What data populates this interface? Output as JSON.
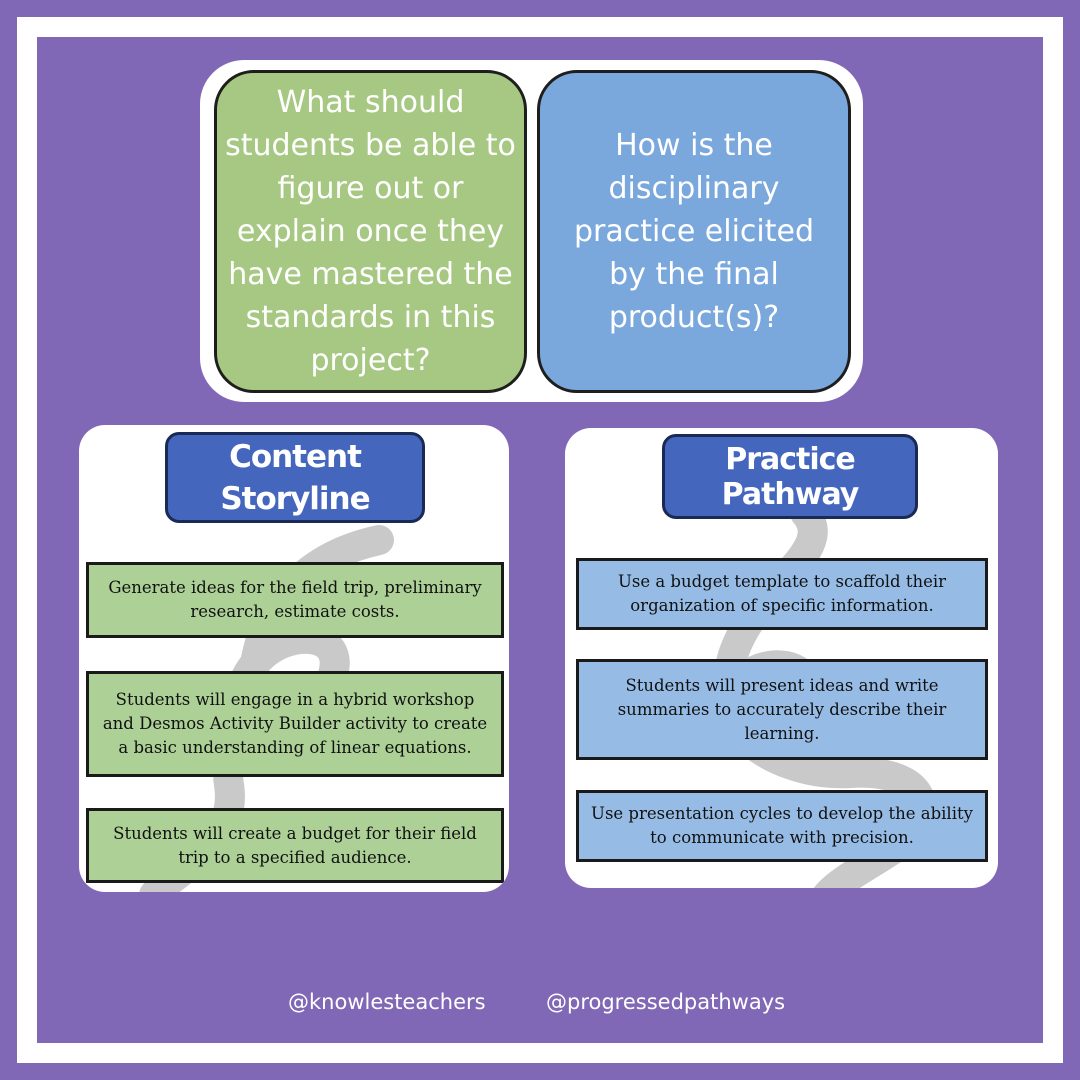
{
  "questions": {
    "left": "What should students be able to figure out or explain once they have mastered the standards in this project?",
    "right": "How is the disciplinary practice elicited by the final product(s)?"
  },
  "content_storyline": {
    "title": "Content Storyline",
    "steps": [
      "Generate ideas for the field trip, preliminary  research, estimate costs.",
      "Students will engage in a hybrid workshop and Desmos Activity Builder activity to create a basic understanding of linear equations.",
      "Students will create a budget for their field trip to a specified audience."
    ]
  },
  "practice_pathway": {
    "title": "Practice Pathway",
    "steps": [
      "Use a budget template to scaffold their organization of specific information.",
      "Students will present ideas and write summaries to accurately describe their learning.",
      "Use presentation cycles to develop the ability to communicate with precision."
    ]
  },
  "footer": {
    "handle_left": "@knowlesteachers",
    "handle_right": "@progressedpathways"
  },
  "colors": {
    "background": "#8068b6",
    "green": "#a7c883",
    "blue": "#7aa8dc",
    "title_blue": "#4467bd"
  }
}
